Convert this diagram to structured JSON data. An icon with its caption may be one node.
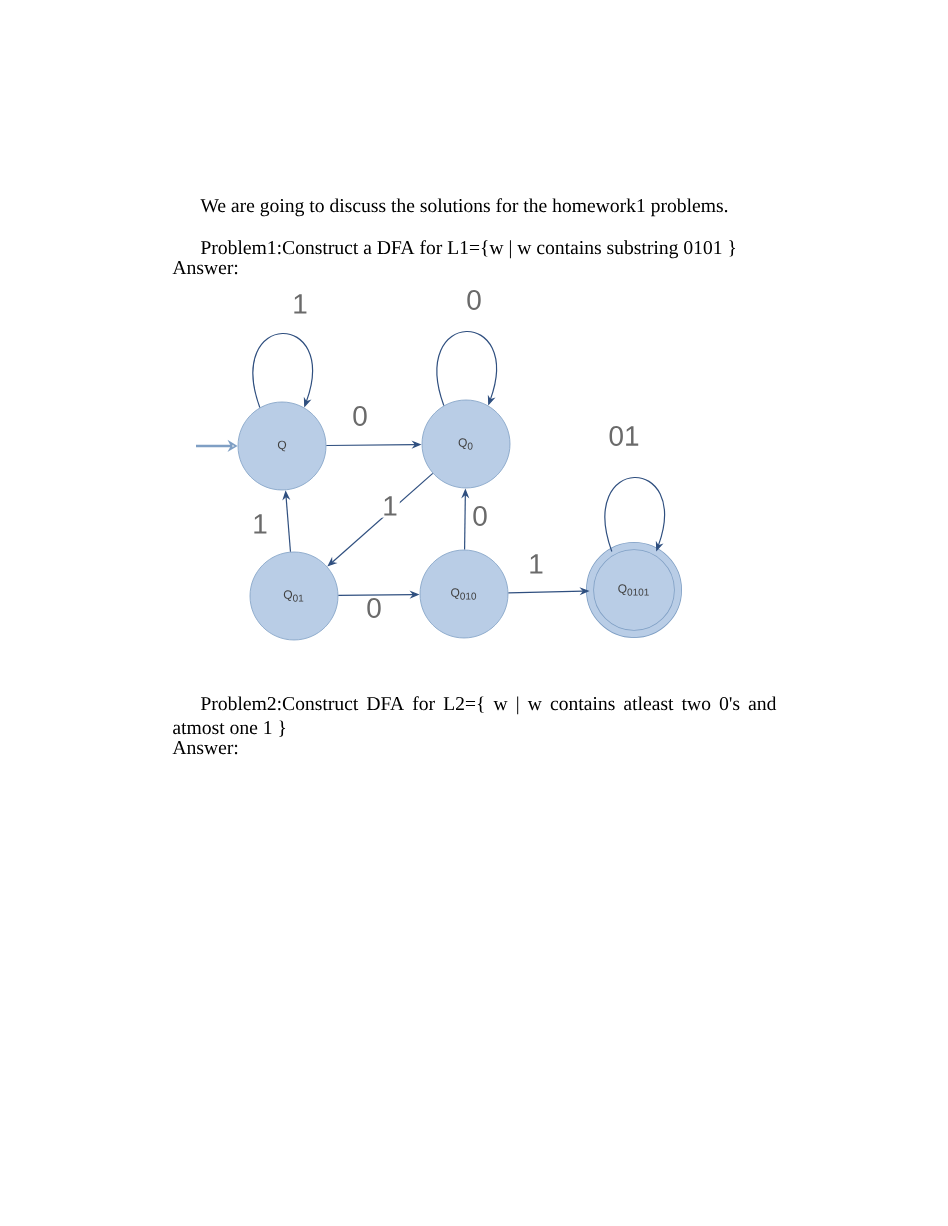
{
  "diagram": {
    "nodes": [
      {
        "text": [
          "Q"
        ]
      },
      {
        "text": [
          "Q$_{0}$"
        ]
      },
      {
        "text": [
          "Q$_{01}$"
        ]
      },
      {
        "text": [
          "Q$_{010}$"
        ]
      },
      {
        "text": [
          "Q$_{0101}$"
        ]
      }
    ],
    "edges": [
      {
        "from": null,
        "to": 0,
        "arrow": "to"
      },
      {
        "from": 0,
        "to": 0,
        "label": "1",
        "arrow": "to"
      },
      {
        "from": 1,
        "to": 1,
        "label": "0",
        "arrow": "to"
      },
      {
        "from": 4,
        "to": 4,
        "label": "01",
        "arrow": "to"
      },
      {
        "from": 0,
        "to": 1,
        "label": "0",
        "arrow": "to"
      },
      {
        "from": 1,
        "to": 2,
        "label": "1",
        "arrow": "to"
      },
      {
        "from": 2,
        "to": 0,
        "label": "1",
        "arrow": "to"
      },
      {
        "from": 2,
        "to": 3,
        "label": "0",
        "arrow": "to"
      },
      {
        "from": 3,
        "to": 1,
        "label": "0",
        "arrow": "to"
      },
      {
        "from": 3,
        "to": 4,
        "label": "1",
        "arrow": "to"
      }
    ],
    "labels": [
      "We are going to discuss the solutions for the homework1 problems.",
      "Problem1:Construct a DFA for L1={w | w contains substring 0101 }",
      "Answer:",
      "Problem2:Construct DFA for L2={ w | w contains atleast two 0's and atmost one 1 }",
      "Answer:"
    ]
  }
}
